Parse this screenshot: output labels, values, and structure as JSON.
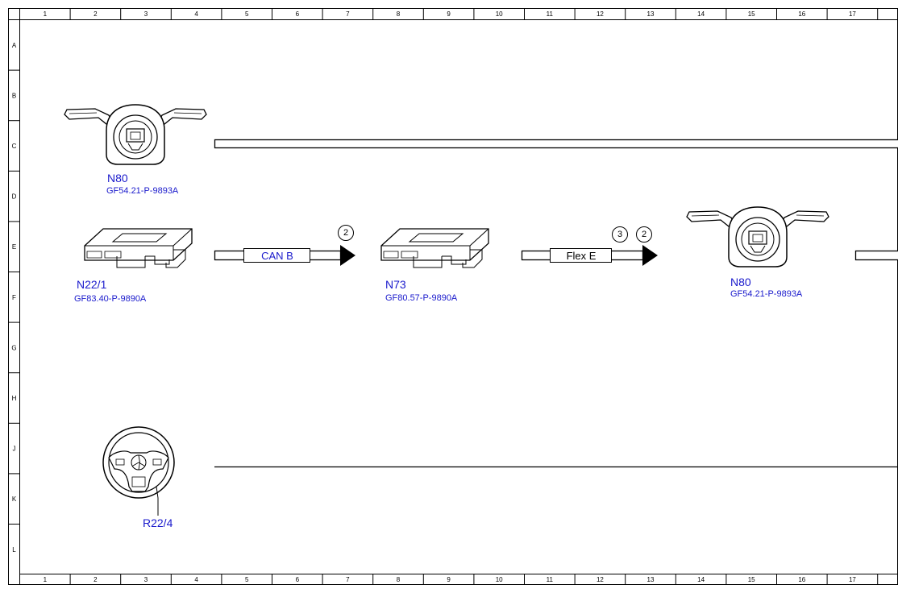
{
  "grid": {
    "columns": [
      "1",
      "2",
      "3",
      "4",
      "5",
      "6",
      "7",
      "8",
      "9",
      "10",
      "11",
      "12",
      "13",
      "14",
      "15",
      "16",
      "17"
    ],
    "rows": [
      "A",
      "B",
      "C",
      "D",
      "E",
      "F",
      "G",
      "H",
      "J",
      "K",
      "L"
    ]
  },
  "components": {
    "n80_top": {
      "name": "N80",
      "ref": "GF54.21-P-9893A",
      "icon": "steering-column-module-icon"
    },
    "n22_1": {
      "name": "N22/1",
      "ref": "GF83.40-P-9890A",
      "icon": "control-unit-icon"
    },
    "n73": {
      "name": "N73",
      "ref": "GF80.57-P-9890A",
      "icon": "control-unit-icon"
    },
    "n80_mid": {
      "name": "N80",
      "ref": "GF54.21-P-9893A",
      "icon": "steering-column-module-icon"
    },
    "r22_4": {
      "name": "R22/4",
      "icon": "steering-wheel-icon"
    }
  },
  "buses": {
    "can_b": {
      "label": "CAN B",
      "markers": [
        "2"
      ]
    },
    "flex_e": {
      "label": "Flex E",
      "markers": [
        "3",
        "2"
      ]
    }
  },
  "colors": {
    "label_blue": "#1a1acc",
    "line": "#000000"
  }
}
